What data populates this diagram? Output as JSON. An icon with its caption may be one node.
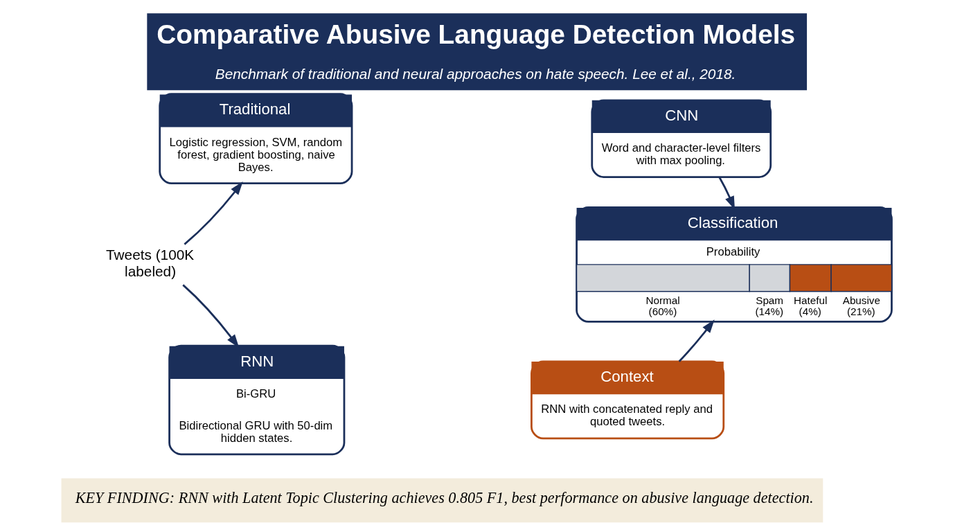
{
  "diagram": {
    "title": "Comparative Abusive Language Detection Models",
    "caption": "KEY FINDING: RNN with Latent Topic Clustering achieves 0.805 F1, best performance on abusive language detection.",
    "nodes": [
      {
        "text": [
          "Tweets (100K labeled)"
        ]
      },
      {
        "text": [
          "Traditional",
          "Logistic regression, SVM, random forest, gradient boosting, naive Bayes."
        ]
      },
      {
        "text": [
          "CNN",
          "Word and character-level filters with max pooling."
        ]
      },
      {
        "text": [
          "RNN",
          "Bi-GRU",
          "Bidirectional GRU with 50-dim hidden states."
        ]
      },
      {
        "text": [
          "Context",
          "RNN with concatenated reply and quoted tweets."
        ]
      },
      {
        "text": [
          "Classification",
          "Probability",
          "Normal (60%)",
          "Spam (14%)",
          "Hateful (4%)",
          "Abusive (21%)"
        ]
      }
    ],
    "edges": [
      {
        "from": 0,
        "to": 1,
        "arrow": "to"
      },
      {
        "from": 0,
        "to": 3,
        "arrow": "to"
      },
      {
        "from": 2,
        "to": 5,
        "arrow": "to"
      },
      {
        "from": 4,
        "to": 5,
        "arrow": "to"
      }
    ],
    "labels": [
      "Benchmark of traditional and neural approaches on hate speech. Lee et al., 2018."
    ]
  }
}
